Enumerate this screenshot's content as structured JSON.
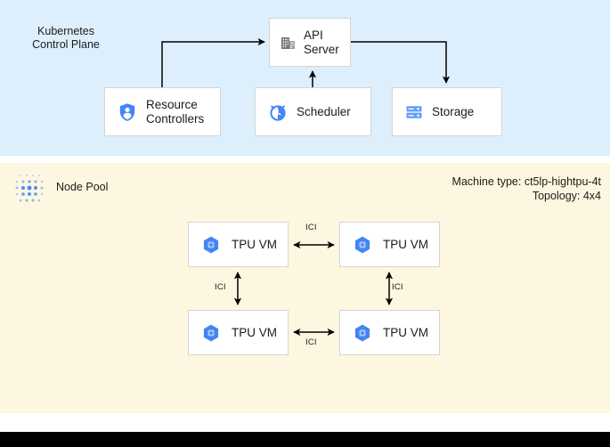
{
  "control_plane": {
    "title": "Kubernetes\nControl Plane",
    "background_color": "#ddeffc",
    "boxes": [
      {
        "id": "api-server",
        "label": "API\nServer",
        "icon": "building-server-icon",
        "icon_color": "#6b6b6b"
      },
      {
        "id": "resource-controllers",
        "label": "Resource\nControllers",
        "icon": "shield-person-icon",
        "icon_color": "#4285f4"
      },
      {
        "id": "scheduler",
        "label": "Scheduler",
        "icon": "alarm-clock-icon",
        "icon_color": "#4285f4"
      },
      {
        "id": "storage",
        "label": "Storage",
        "icon": "database-rack-icon",
        "icon_color": "#669df6"
      }
    ],
    "connections": [
      {
        "from": "resource-controllers",
        "to": "api-server",
        "direction": "to"
      },
      {
        "from": "scheduler",
        "to": "api-server",
        "direction": "to"
      },
      {
        "from": "api-server",
        "to": "storage",
        "direction": "to"
      }
    ]
  },
  "node_pool": {
    "title": "Node Pool",
    "icon": "dot-matrix-icon",
    "background_color": "#fdf6e0",
    "machine_type": "Machine type: ct5lp-hightpu-4t",
    "topology": "Topology: 4x4",
    "vms": [
      {
        "id": "tpu-vm-0",
        "label": "TPU VM",
        "icon": "tpu-hexagon-icon",
        "icon_color": "#4285f4"
      },
      {
        "id": "tpu-vm-1",
        "label": "TPU VM",
        "icon": "tpu-hexagon-icon",
        "icon_color": "#4285f4"
      },
      {
        "id": "tpu-vm-2",
        "label": "TPU VM",
        "icon": "tpu-hexagon-icon",
        "icon_color": "#4285f4"
      },
      {
        "id": "tpu-vm-3",
        "label": "TPU VM",
        "icon": "tpu-hexagon-icon",
        "icon_color": "#4285f4"
      }
    ],
    "links": [
      {
        "id": "ici-top",
        "label": "ICI",
        "between": [
          "tpu-vm-0",
          "tpu-vm-1"
        ],
        "direction": "both",
        "orientation": "horizontal"
      },
      {
        "id": "ici-bottom",
        "label": "ICI",
        "between": [
          "tpu-vm-2",
          "tpu-vm-3"
        ],
        "direction": "both",
        "orientation": "horizontal"
      },
      {
        "id": "ici-left",
        "label": "ICI",
        "between": [
          "tpu-vm-0",
          "tpu-vm-2"
        ],
        "direction": "both",
        "orientation": "vertical"
      },
      {
        "id": "ici-right",
        "label": "ICI",
        "between": [
          "tpu-vm-1",
          "tpu-vm-3"
        ],
        "direction": "both",
        "orientation": "vertical"
      }
    ]
  },
  "colors": {
    "control_plane_bg": "#ddeffc",
    "node_pool_bg": "#fdf6e0",
    "box_bg": "#ffffff",
    "box_border": "#d5d5d5",
    "connector": "#000000",
    "accent_blue": "#4285f4",
    "accent_blue_light": "#669df6",
    "icon_gray": "#6b6b6b",
    "bottom_bar": "#000000"
  }
}
